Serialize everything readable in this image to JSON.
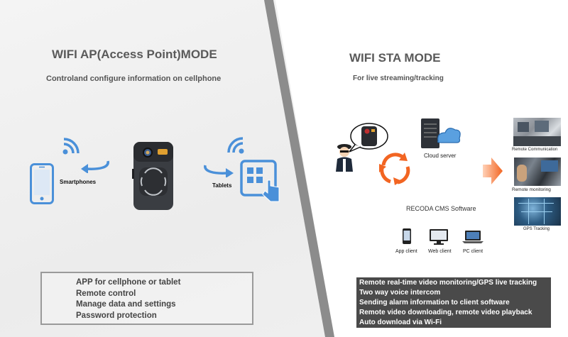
{
  "left": {
    "title": "WIFI AP(Access Point)MODE",
    "subtitle": "Controland configure information on cellphone",
    "smartphones_label": "Smartphones",
    "tablets_label": "Tablets",
    "features": [
      "APP for cellphone or tablet",
      "Remote control",
      "Manage data and settings",
      "Password protection"
    ]
  },
  "right": {
    "title": "WIFI STA MODE",
    "subtitle": "For live streaming/tracking",
    "cloud_label": "Cloud server",
    "cms_label": "RECODA CMS Software",
    "clients": [
      "App client",
      "Web client",
      "PC client"
    ],
    "remote": [
      "Remote Communication",
      "Remote monitoring",
      "GPS Tracking"
    ],
    "features": [
      "Remote real-time video monitoring/GPS live tracking",
      "Two way voice intercom",
      "Sending alarm information to client software",
      "Remote video downloading, remote video playback",
      "Auto download via Wi-Fi"
    ]
  },
  "colors": {
    "accent_blue": "#4a90d9",
    "arrow_orange": "#f26522",
    "divider_gray": "#8c8c8c",
    "sta_box": "#4a4a4a"
  }
}
